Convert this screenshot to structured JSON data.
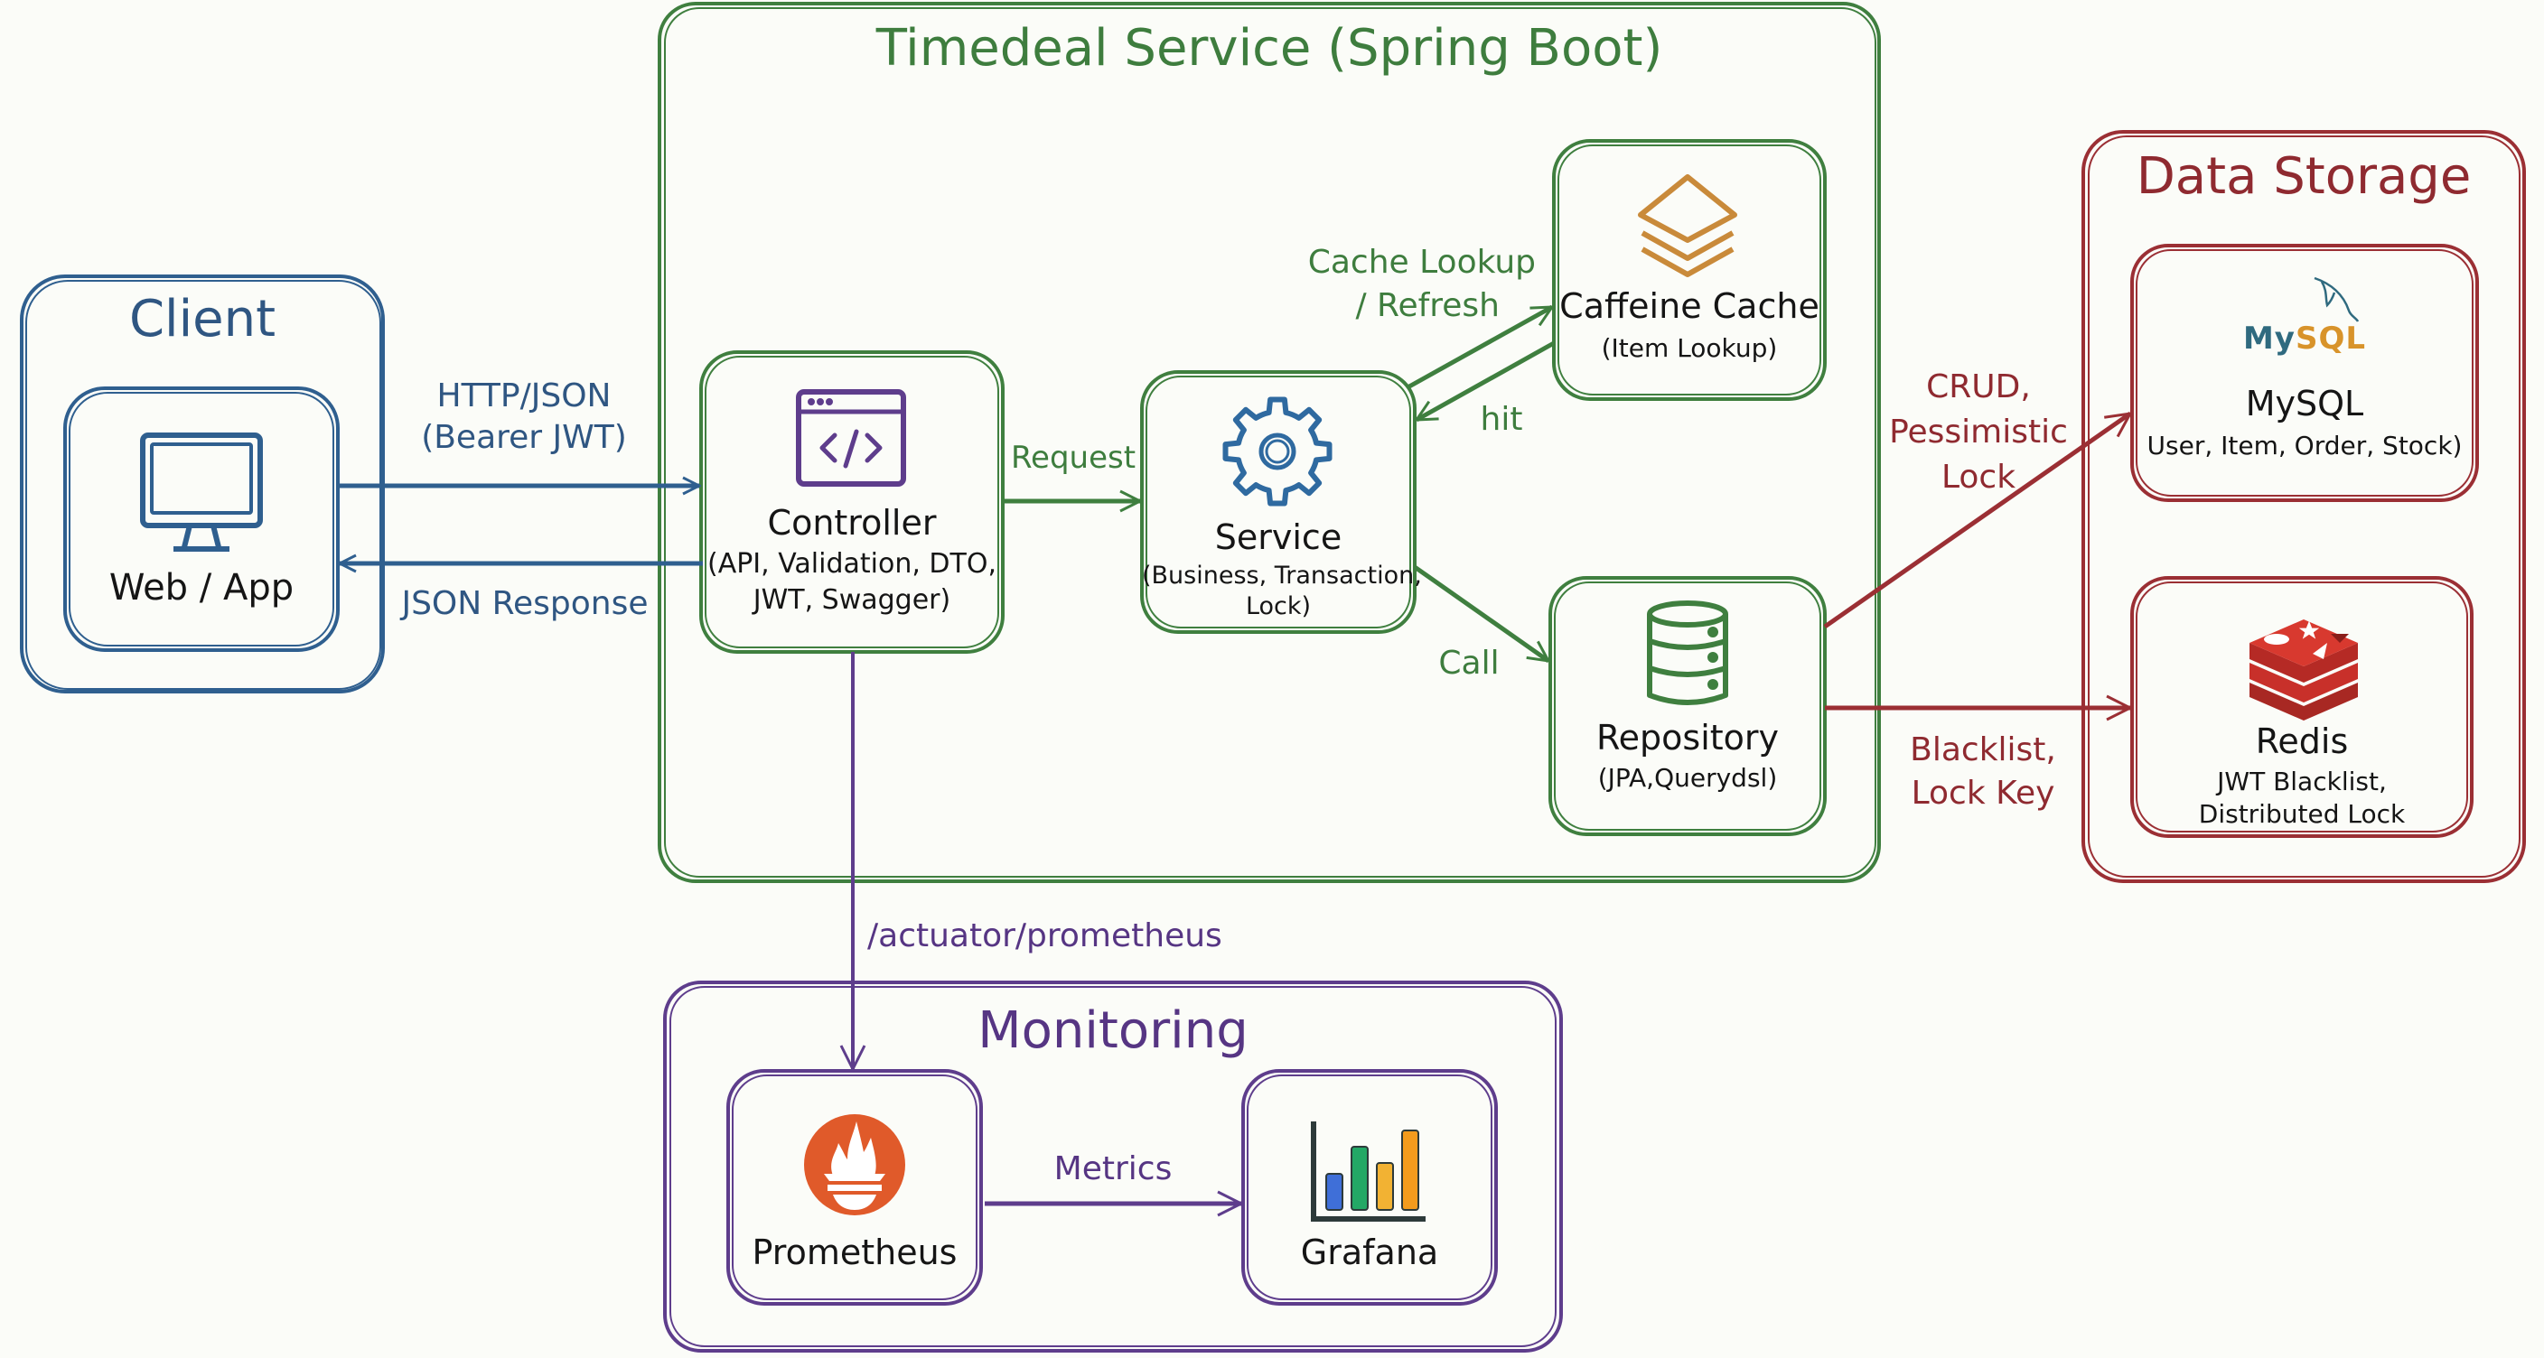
{
  "groups": {
    "client": {
      "title": "Client",
      "color": "#2f5f8f"
    },
    "service": {
      "title": "Timedeal Service (Spring Boot)",
      "color": "#3f7f3f"
    },
    "storage": {
      "title": "Data Storage",
      "color": "#9b2f34"
    },
    "monitoring": {
      "title": "Monitoring",
      "color": "#5e3d8c"
    }
  },
  "nodes": {
    "web_app": {
      "title": "Web / App",
      "icon": "monitor-icon"
    },
    "controller": {
      "title": "Controller",
      "subtitle_line1": "(API, Validation, DTO,",
      "subtitle_line2": "JWT, Swagger)",
      "icon": "code-window-icon"
    },
    "service": {
      "title": "Service",
      "subtitle_line1": "(Business, Transaction,",
      "subtitle_line2": "Lock)",
      "icon": "gear-icon"
    },
    "cache": {
      "title": "Caffeine Cache",
      "subtitle_line1": "(Item Lookup)",
      "icon": "layers-icon"
    },
    "repository": {
      "title": "Repository",
      "subtitle_line1": "(JPA,Querydsl)",
      "icon": "database-icon"
    },
    "mysql": {
      "title": "MySQL",
      "subtitle_line1": "User, Item, Order, Stock)",
      "logo_text_my": "My",
      "logo_text_sql": "SQL",
      "icon": "mysql-logo-icon"
    },
    "redis": {
      "title": "Redis",
      "subtitle_line1": "JWT Blacklist,",
      "subtitle_line2": "Distributed Lock",
      "icon": "redis-logo-icon"
    },
    "prometheus": {
      "title": "Prometheus",
      "icon": "prometheus-logo-icon"
    },
    "grafana": {
      "title": "Grafana",
      "icon": "bar-chart-icon"
    }
  },
  "edges": {
    "http_json": {
      "line1": "HTTP/JSON",
      "line2": "(Bearer JWT)"
    },
    "json_response": {
      "line1": "JSON Response"
    },
    "request": {
      "line1": "Request"
    },
    "cache_lookup": {
      "line1": "Cache Lookup",
      "line2": "/ Refresh"
    },
    "hit": {
      "line1": "hit"
    },
    "call": {
      "line1": "Call"
    },
    "crud": {
      "line1": "CRUD,",
      "line2": "Pessimistic",
      "line3": "Lock"
    },
    "blacklist": {
      "line1": "Blacklist,",
      "line2": "Lock Key"
    },
    "actuator": {
      "line1": "/actuator/prometheus"
    },
    "metrics": {
      "line1": "Metrics"
    }
  },
  "colors": {
    "client": "#2f5f8f",
    "service": "#3f7f3f",
    "storage": "#9b2f34",
    "monitoring": "#5e3d8c",
    "cache_icon": "#c98a3a",
    "prometheus": "#e05a2a",
    "redis": "#c8302a"
  }
}
